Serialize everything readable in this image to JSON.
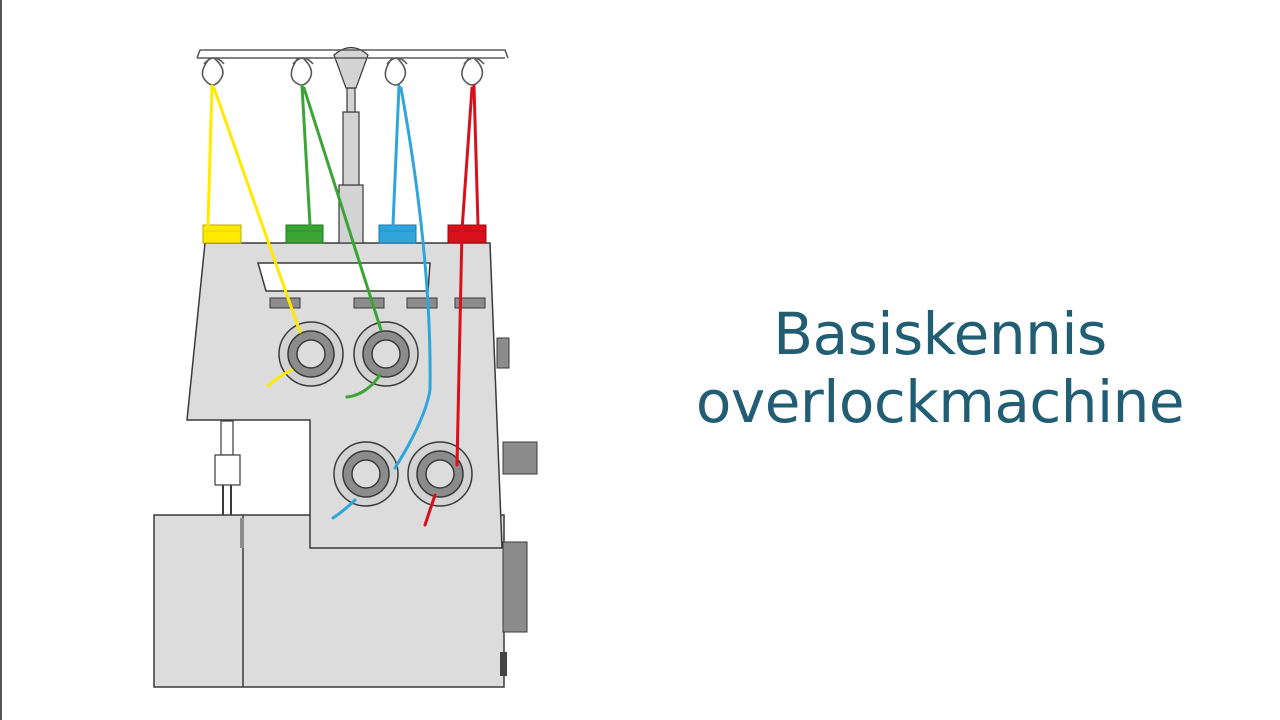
{
  "title": {
    "line1": "Basiskennis",
    "line2": "overlockmachine"
  },
  "colors": {
    "title": "#215e74",
    "machine_body": "#dcdcdc",
    "machine_outline": "#3a3a3a",
    "machine_parts": "#8c8c8c",
    "thread_yellow": "#ffea00",
    "thread_green": "#3aa535",
    "thread_blue": "#2fa5dc",
    "thread_red": "#d7101b"
  },
  "threads": [
    "yellow",
    "green",
    "blue",
    "red"
  ]
}
